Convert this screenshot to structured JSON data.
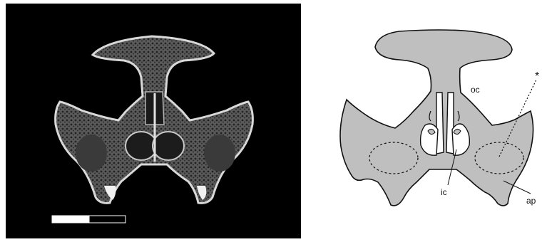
{
  "figure": {
    "left_panel": {
      "kind": "ct-scan-cross-section",
      "background": "#000000"
    },
    "right_panel": {
      "kind": "schematic-line-drawing",
      "fill_color": "#bfbfbf",
      "outline_color": "#111111",
      "labels": {
        "oc": "oc",
        "asterisk": "*",
        "ic": "ic",
        "ap": "ap"
      }
    },
    "scale_bar": {
      "segments": [
        "white",
        "black"
      ]
    }
  }
}
